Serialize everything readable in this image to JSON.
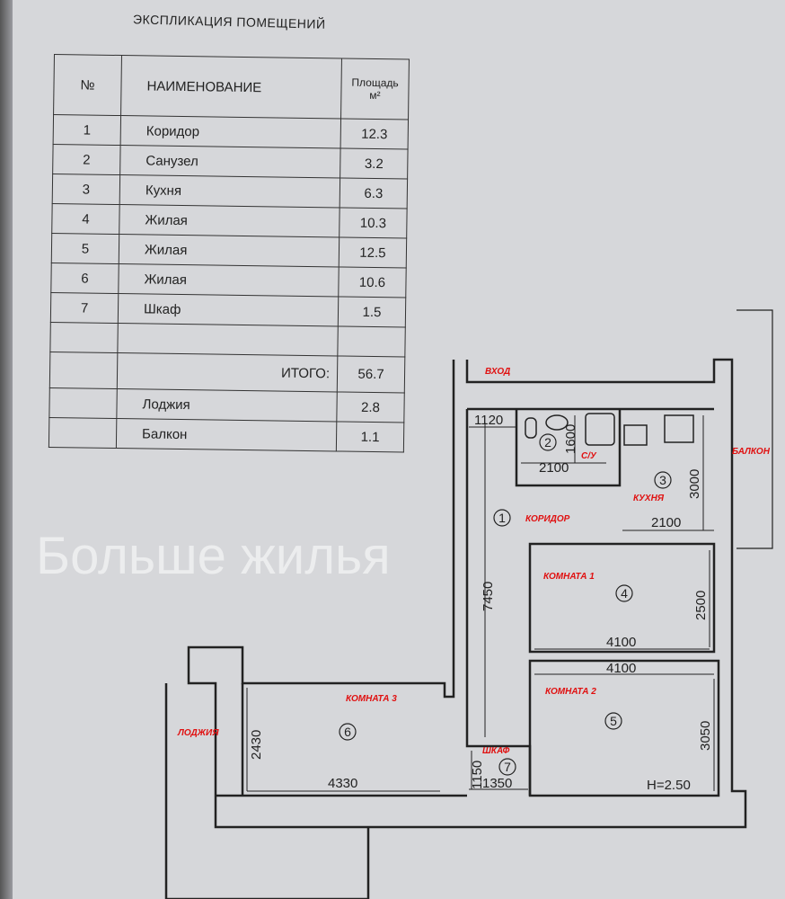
{
  "explication": {
    "title": "ЭКСПЛИКАЦИЯ ПОМЕЩЕНИЙ",
    "headers": {
      "no": "№",
      "name": "НАИМЕНОВАНИЕ",
      "area": "Площадь",
      "unit": "м²"
    },
    "rows": [
      {
        "no": "1",
        "name": "Коридор",
        "area": "12.3"
      },
      {
        "no": "2",
        "name": "Санузел",
        "area": "3.2"
      },
      {
        "no": "3",
        "name": "Кухня",
        "area": "6.3"
      },
      {
        "no": "4",
        "name": "Жилая",
        "area": "10.3"
      },
      {
        "no": "5",
        "name": "Жилая",
        "area": "12.5"
      },
      {
        "no": "6",
        "name": "Жилая",
        "area": "10.6"
      },
      {
        "no": "7",
        "name": "Шкаф",
        "area": "1.5"
      }
    ],
    "total_label": "ИТОГО:",
    "total": "56.7",
    "extra": [
      {
        "name": "Лоджия",
        "area": "2.8"
      },
      {
        "name": "Балкон",
        "area": "1.1"
      }
    ]
  },
  "watermark": "Больше жилья",
  "plan": {
    "labels": {
      "entrance": "ВХОД",
      "bath": "С/У",
      "kitchen": "КУХНЯ",
      "corridor": "КОРИДОР",
      "balcony": "БАЛКОН",
      "room1": "КОМНАТА 1",
      "room2": "КОМНАТА 2",
      "room3": "КОМНАТА 3",
      "loggia": "ЛОДЖИЯ",
      "closet": "ШКАФ"
    },
    "room_numbers": [
      "1",
      "2",
      "3",
      "4",
      "5",
      "6",
      "7"
    ],
    "dims": {
      "d1120": "1120",
      "d1600": "1600",
      "d2100a": "2100",
      "d2100b": "2100",
      "d3000": "3000",
      "d7450": "7450",
      "d2500": "2500",
      "d4100a": "4100",
      "d4100b": "4100",
      "d3050": "3050",
      "d2430": "2430",
      "d4330": "4330",
      "d1150": "1150",
      "d1350": "1350"
    },
    "height": "H=2.50"
  }
}
